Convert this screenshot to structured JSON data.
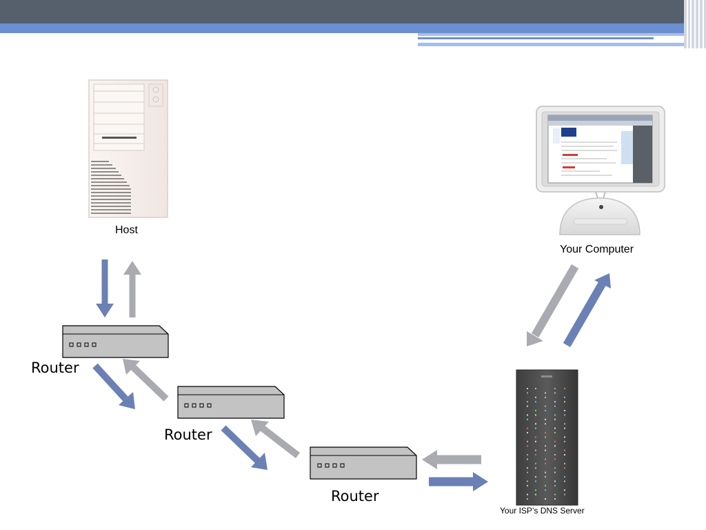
{
  "labels": {
    "host": "Host",
    "your_computer": "Your Computer",
    "router_1": "Router",
    "router_2": "Router",
    "router_3": "Router",
    "dns_server": "Your ISP’s DNS Server"
  },
  "icons": {
    "host": "server-tower-icon",
    "computer": "desktop-computer-icon",
    "router": "router-icon",
    "dns": "server-rack-icon"
  },
  "colors": {
    "arrow_blue": "#6b80b4",
    "arrow_gray": "#a9abb0",
    "header_dark": "#55606c",
    "header_blue": "#6b8fd3"
  }
}
